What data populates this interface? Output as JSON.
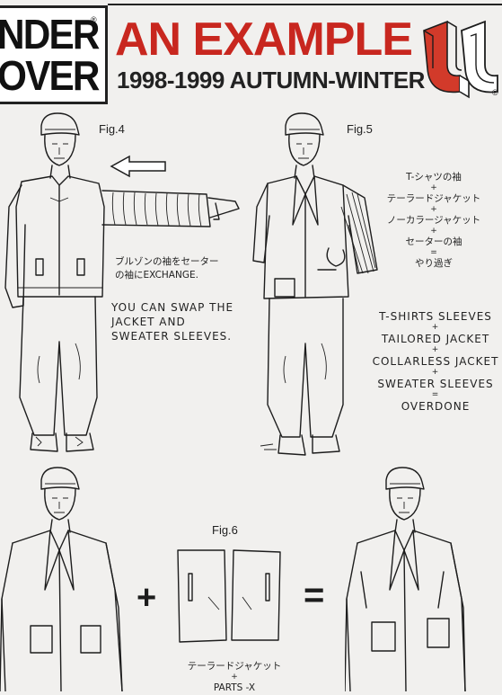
{
  "header": {
    "brand_line1": "NDER",
    "brand_line2": "OVER",
    "reg_mark": "®",
    "title": "AN EXAMPLE",
    "season": "1998-1999 AUTUMN-WINTER",
    "uu_reg_mark": "®"
  },
  "fig4": {
    "label": "Fig.4",
    "jp_note": [
      "ブルゾンの袖をセーター",
      "の袖にEXCHANGE."
    ],
    "en_note": [
      "YOU CAN SWAP THE",
      "JACKET AND",
      "SWEATER SLEEVES."
    ]
  },
  "fig5": {
    "label": "Fig.5",
    "jp_stack": [
      "T-シャツの袖",
      "+",
      "テーラードジャケット",
      "+",
      "ノーカラージャケット",
      "+",
      "セーターの袖",
      "=",
      "やり過ぎ"
    ],
    "en_stack": [
      "T-SHIRTS SLEEVES",
      "+",
      "TAILORED JACKET",
      "+",
      "COLLARLESS JACKET",
      "+",
      "SWEATER SLEEVES",
      "=",
      "OVERDONE"
    ]
  },
  "fig6": {
    "label": "Fig.6",
    "plus": "+",
    "equals": "=",
    "caption": [
      "テーラードジャケット",
      "+",
      "PARTS -X"
    ]
  },
  "colors": {
    "accent_red": "#c8271f",
    "ink": "#1c1c1c",
    "paper": "#f1f0ee"
  },
  "icons": [
    "arrow-left-icon",
    "uu-logo-icon"
  ]
}
